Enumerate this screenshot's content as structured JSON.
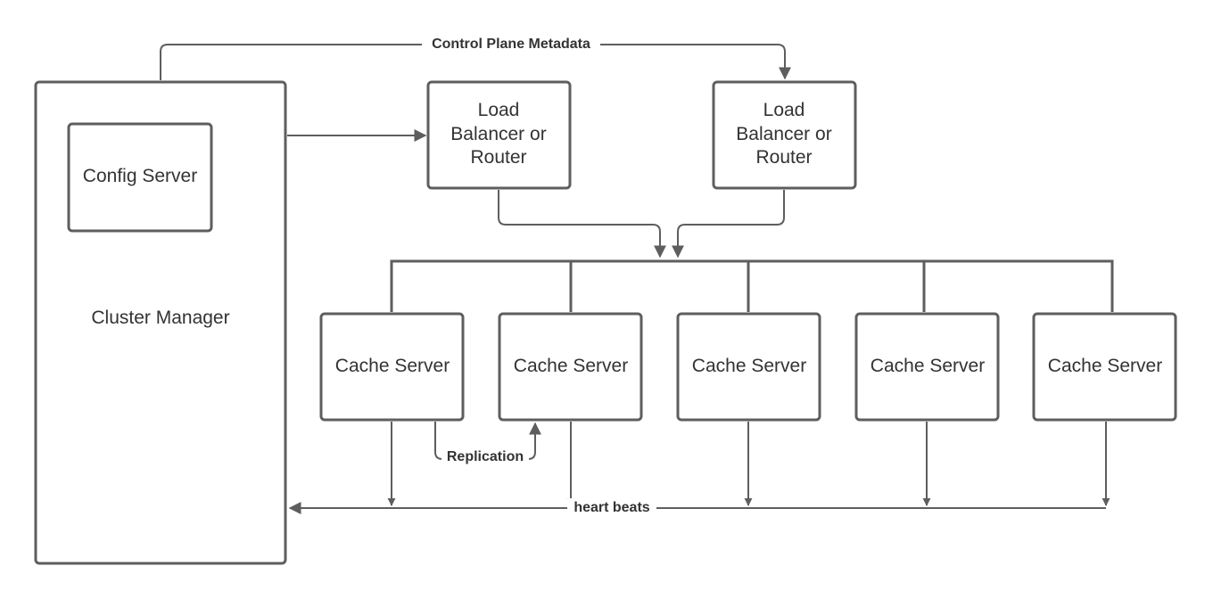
{
  "diagram": {
    "nodes": {
      "cluster_manager": "Cluster Manager",
      "config_server": "Config Server",
      "load_balancer_1": [
        "Load",
        "Balancer or",
        "Router"
      ],
      "load_balancer_2": [
        "Load",
        "Balancer or",
        "Router"
      ],
      "cache_servers": [
        "Cache Server",
        "Cache Server",
        "Cache Server",
        "Cache Server",
        "Cache Server"
      ]
    },
    "edges": {
      "control_plane": "Control Plane Metadata",
      "replication": "Replication",
      "heartbeats": "heart beats"
    },
    "colors": {
      "stroke": "#5e5e5e",
      "text": "#333333",
      "background": "#ffffff"
    }
  }
}
